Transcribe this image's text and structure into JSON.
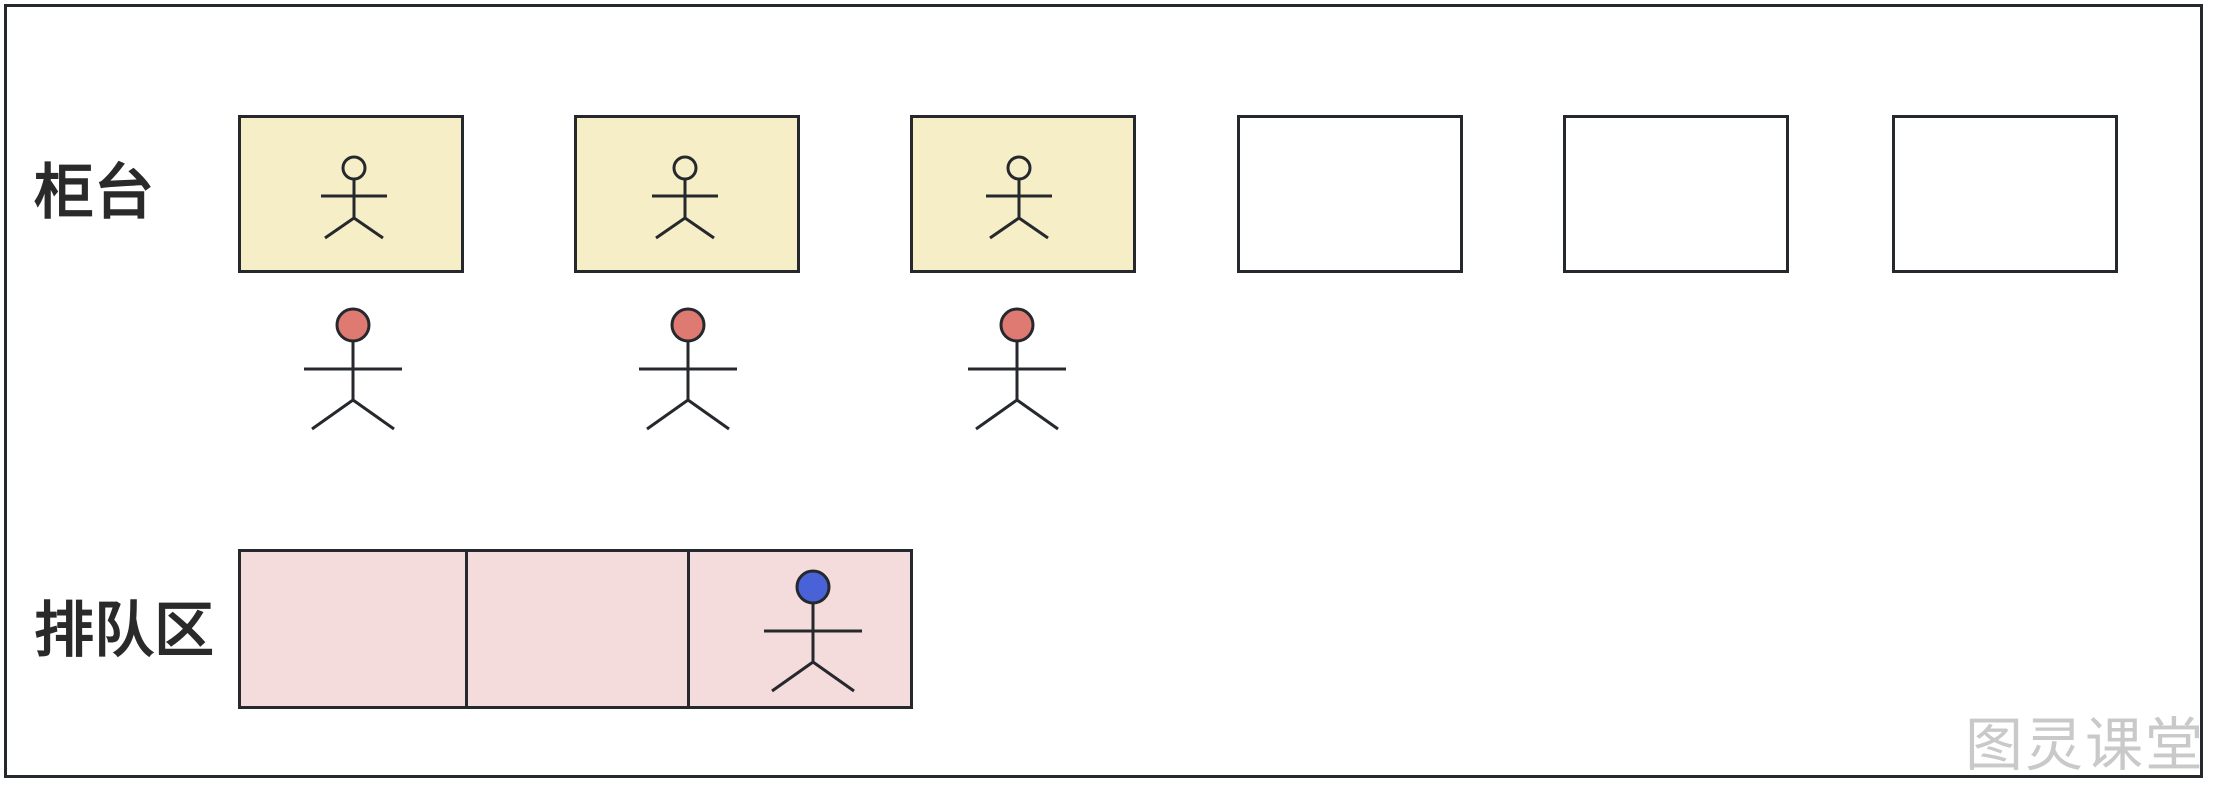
{
  "labels": {
    "counters": "柜台",
    "queue": "排队区"
  },
  "colors": {
    "border": "#25282d",
    "counter_occupied_fill": "#f5eec6",
    "counter_empty_fill": "#ffffff",
    "queue_fill": "#f4dcdd",
    "customer_head": "#de7a72",
    "waiting_head": "#4a62d8",
    "clerk_head": "#f5eec6"
  },
  "counters": [
    {
      "occupied": true
    },
    {
      "occupied": true
    },
    {
      "occupied": true
    },
    {
      "occupied": false
    },
    {
      "occupied": false
    },
    {
      "occupied": false
    }
  ],
  "customers_at_counters": 3,
  "queue_slots": [
    {
      "occupied": false
    },
    {
      "occupied": false
    },
    {
      "occupied": true
    }
  ],
  "watermark": "图灵课堂"
}
